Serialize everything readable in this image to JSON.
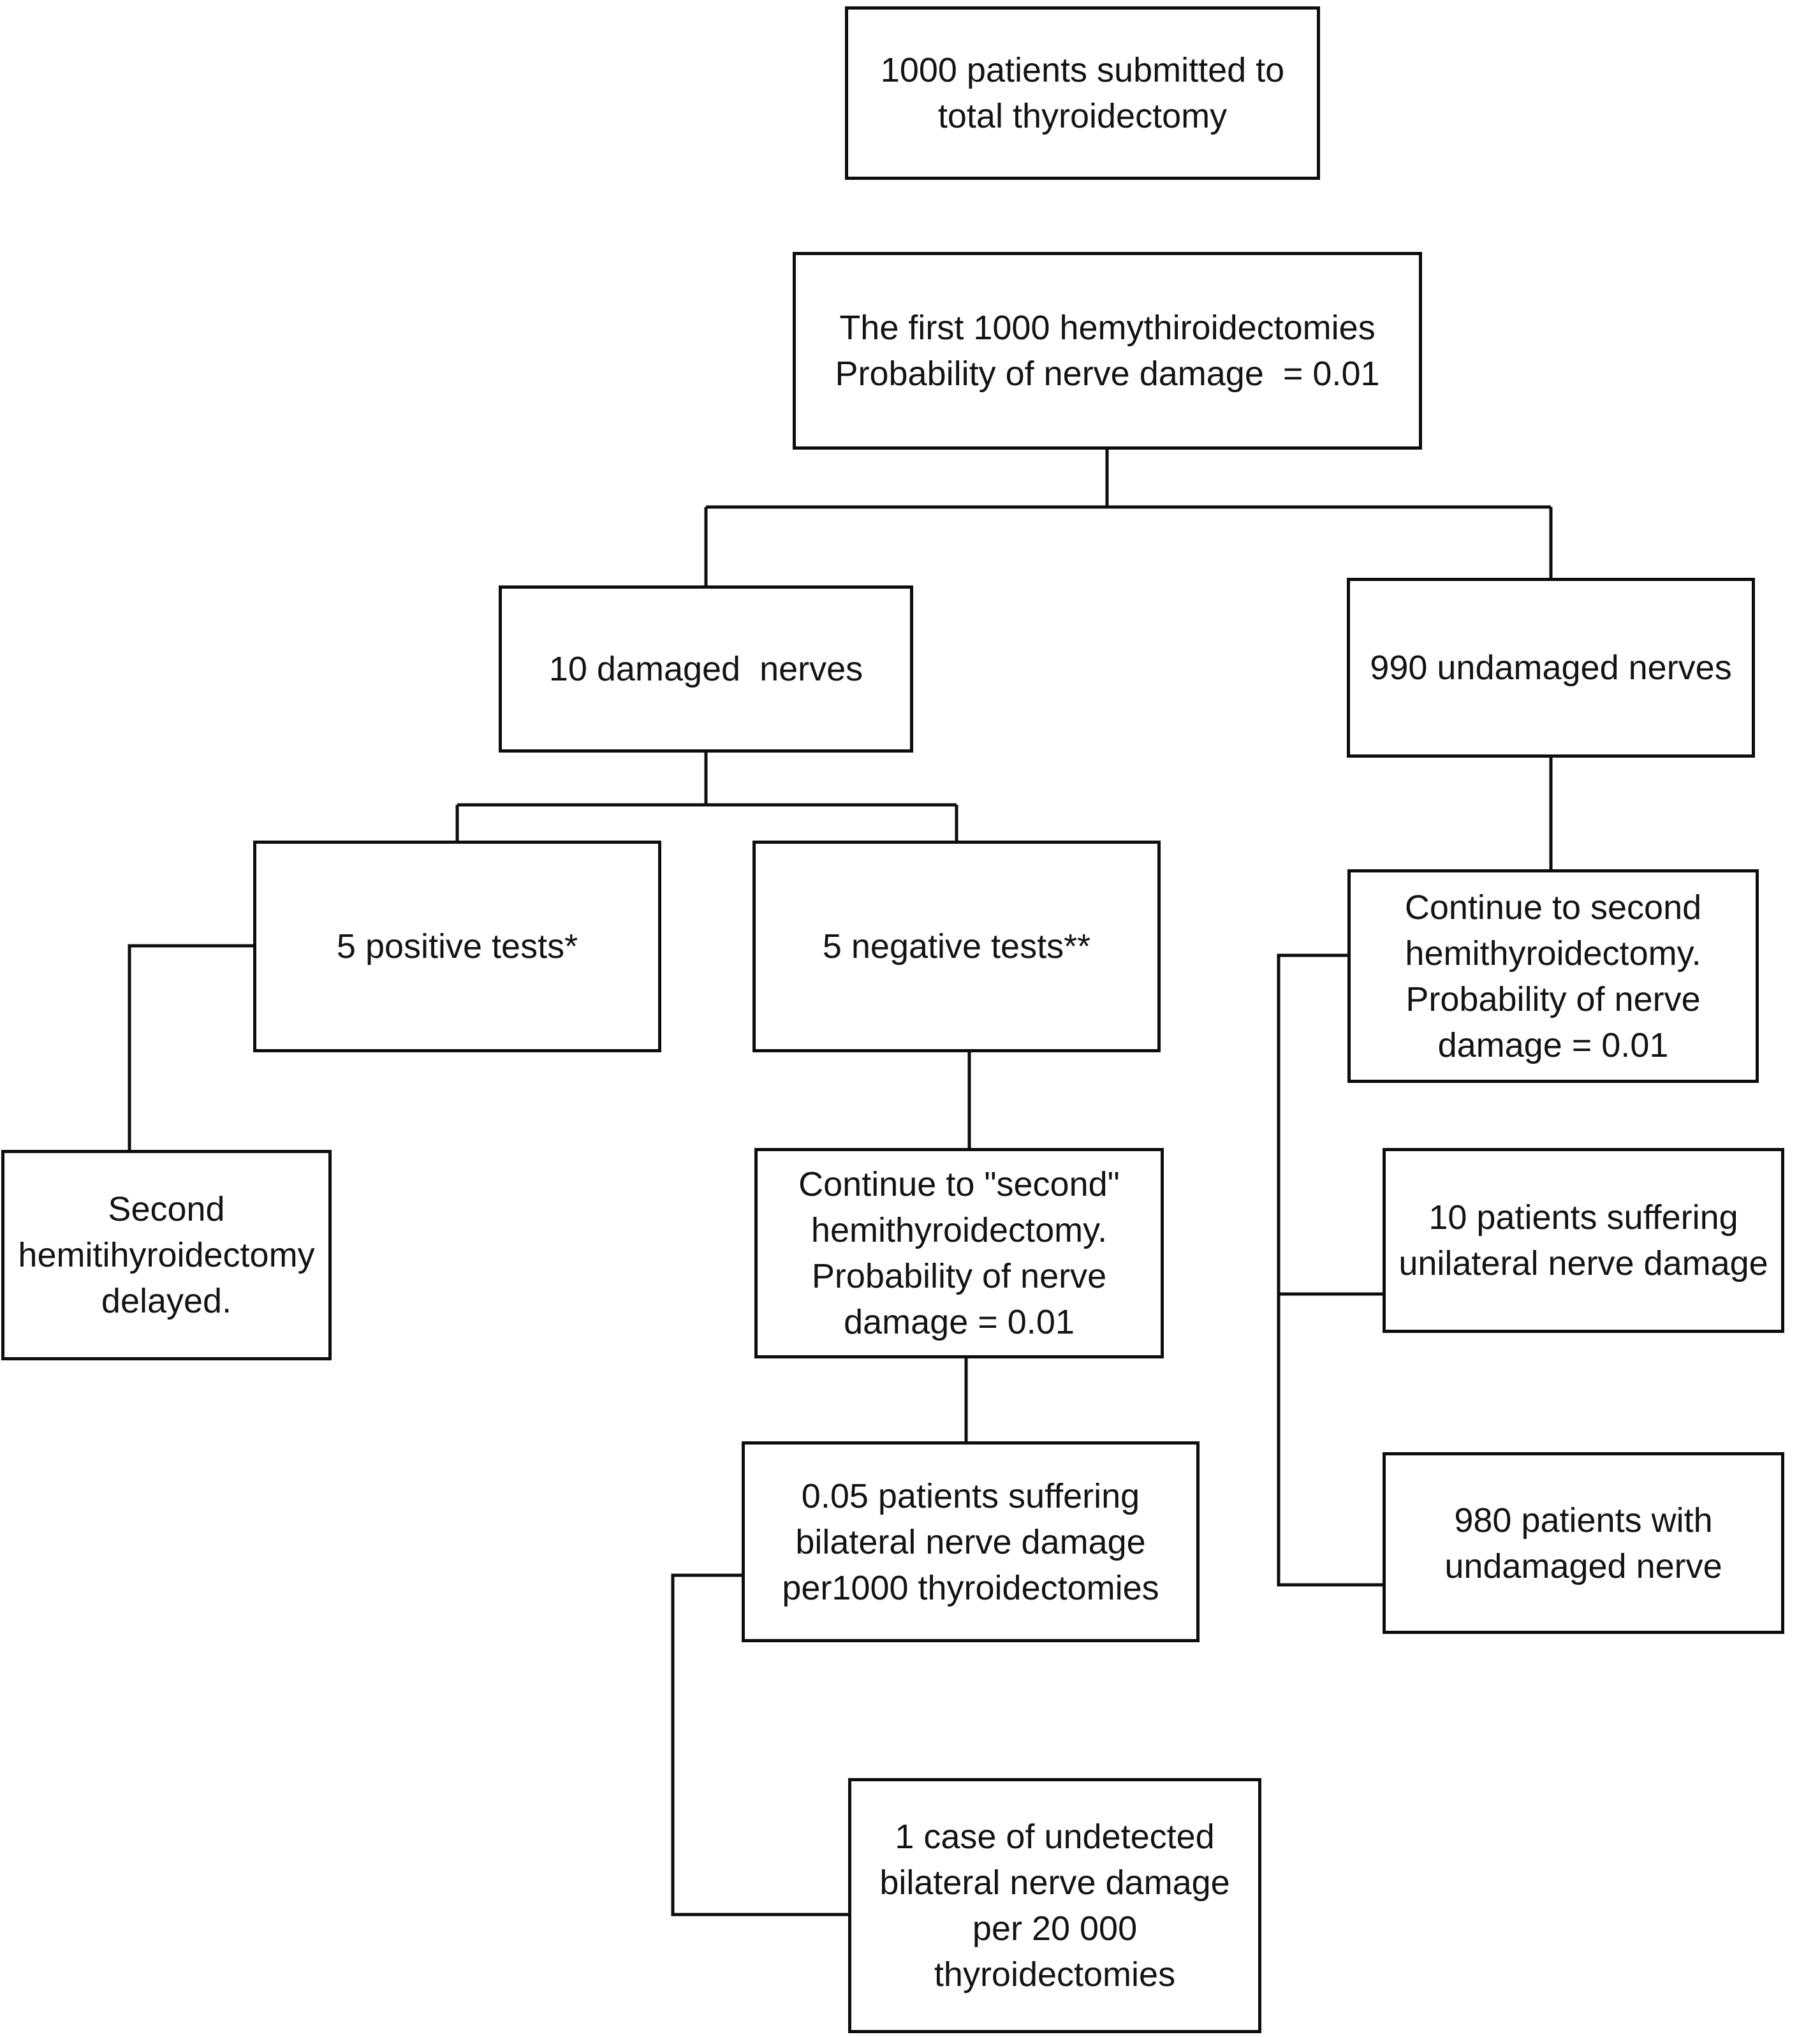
{
  "page": {
    "background": "#ffffff",
    "line_color": "#0d0d0d",
    "text_color": "#131313"
  },
  "nodes": {
    "n1": {
      "name": "total-thyroidectomy-patients",
      "lines": [
        "1000 patients submitted to",
        "total thyroidectomy"
      ]
    },
    "n2": {
      "name": "first-1000-hemithyroidectomies",
      "lines": [
        "The first 1000 hemythiroidectomies",
        "Probability of nerve damage  = 0.01"
      ]
    },
    "n3": {
      "name": "damaged-nerves",
      "lines": [
        "10 damaged  nerves"
      ]
    },
    "n4": {
      "name": "undamaged-nerves",
      "lines": [
        "990 undamaged nerves"
      ]
    },
    "n5": {
      "name": "positive-tests",
      "lines": [
        "5 positive tests*"
      ]
    },
    "n6": {
      "name": "negative-tests",
      "lines": [
        "5 negative tests**"
      ]
    },
    "n7": {
      "name": "continue-second-hemithyroidectomy-right",
      "lines": [
        "Continue to second",
        "hemithyroidectomy.",
        "Probability of nerve",
        "damage = 0.01"
      ]
    },
    "n8": {
      "name": "second-hemithyroidectomy-delayed",
      "lines": [
        "Second",
        "hemitihyroidectomy",
        "delayed."
      ]
    },
    "n9": {
      "name": "continue-second-hemithyroidectomy-middle",
      "lines": [
        "Continue to \"second\"",
        "hemithyroidectomy.",
        "Probability of nerve",
        "damage = 0.01"
      ]
    },
    "n10": {
      "name": "unilateral-nerve-damage-patients",
      "lines": [
        "10 patients suffering",
        "unilateral nerve damage"
      ]
    },
    "n11": {
      "name": "bilateral-damage-per-1000",
      "lines": [
        "0.05 patients suffering",
        "bilateral nerve damage",
        "per1000 thyroidectomies"
      ]
    },
    "n12": {
      "name": "patients-with-undamaged-nerve",
      "lines": [
        "980 patients with",
        "undamaged nerve"
      ]
    },
    "n13": {
      "name": "undetected-bilateral-per-20000",
      "lines": [
        "1 case of undetected",
        "bilateral nerve damage",
        "per 20 000",
        "thyroidectomies"
      ]
    }
  },
  "edges": [
    {
      "from": "n2",
      "to": "n3"
    },
    {
      "from": "n2",
      "to": "n4"
    },
    {
      "from": "n3",
      "to": "n5"
    },
    {
      "from": "n3",
      "to": "n6"
    },
    {
      "from": "n4",
      "to": "n7"
    },
    {
      "from": "n5",
      "to": "n8"
    },
    {
      "from": "n6",
      "to": "n9"
    },
    {
      "from": "n7",
      "to": "n10"
    },
    {
      "from": "n7",
      "to": "n12"
    },
    {
      "from": "n9",
      "to": "n11"
    },
    {
      "from": "n11",
      "to": "n13"
    }
  ]
}
